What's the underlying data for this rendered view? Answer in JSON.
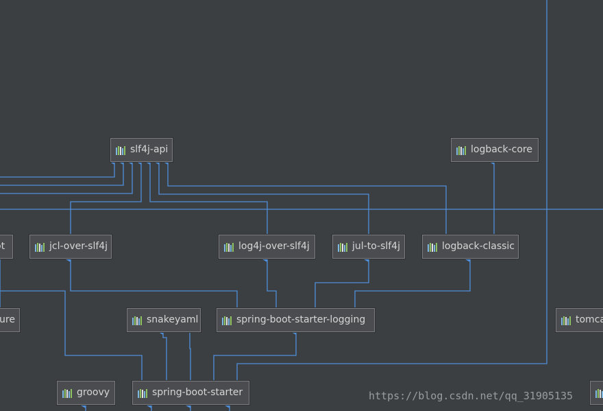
{
  "colors": {
    "background": "#3c3f41",
    "node_fill": "#4a4c4f",
    "node_border": "#7a7c7f",
    "node_text": "#d6d6d6",
    "edge": "#4f8fdc"
  },
  "nodes": {
    "slf4j_api": "slf4j-api",
    "logback_core": "logback-core",
    "partial_left_1": "ot",
    "jcl_over_slf4j": "jcl-over-slf4j",
    "log4j_over_slf4j": "log4j-over-slf4j",
    "jul_to_slf4j": "jul-to-slf4j",
    "logback_classic": "logback-classic",
    "partial_left_2": "ure",
    "snakeyaml": "snakeyaml",
    "spring_boot_starter_logging": "spring-boot-starter-logging",
    "partial_right_1": "tomca",
    "groovy": "groovy",
    "spring_boot_starter": "spring-boot-starter"
  },
  "node_icon": "library-icon",
  "watermark": "https://blog.csdn.net/qq_31905135"
}
